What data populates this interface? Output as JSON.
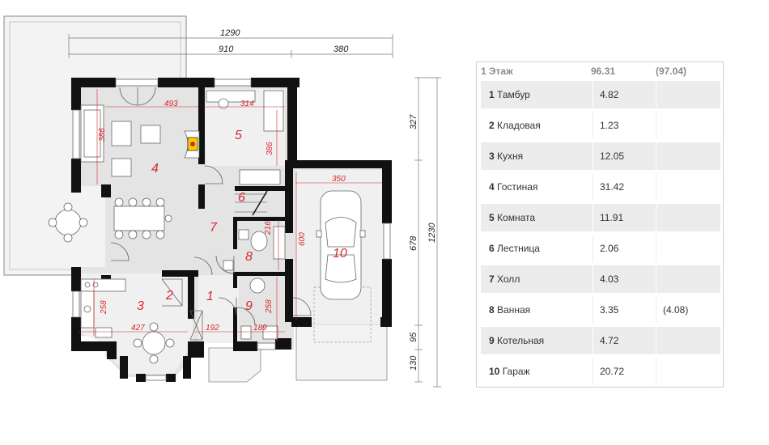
{
  "plan": {
    "rooms": [
      {
        "num": "1"
      },
      {
        "num": "2"
      },
      {
        "num": "3"
      },
      {
        "num": "4"
      },
      {
        "num": "5"
      },
      {
        "num": "6"
      },
      {
        "num": "7"
      },
      {
        "num": "8"
      },
      {
        "num": "9"
      },
      {
        "num": "10"
      }
    ],
    "inner_dims": [
      "493",
      "314",
      "386",
      "386",
      "350",
      "216",
      "600",
      "258",
      "258",
      "427",
      "192",
      "189"
    ],
    "outer_dims": {
      "top_total": "1290",
      "top_left": "910",
      "top_right": "380",
      "right_segments": [
        "327",
        "678",
        "95",
        "130"
      ],
      "right_total": "1230"
    }
  },
  "table": {
    "header": {
      "label": "1 Этаж",
      "area": "96.31",
      "alt": "(97.04)"
    },
    "rows": [
      {
        "num": "1",
        "name": "Тамбур",
        "area": "4.82",
        "alt": ""
      },
      {
        "num": "2",
        "name": "Кладовая",
        "area": "1.23",
        "alt": ""
      },
      {
        "num": "3",
        "name": "Кухня",
        "area": "12.05",
        "alt": ""
      },
      {
        "num": "4",
        "name": "Гостиная",
        "area": "31.42",
        "alt": ""
      },
      {
        "num": "5",
        "name": "Комната",
        "area": "11.91",
        "alt": ""
      },
      {
        "num": "6",
        "name": "Лестница",
        "area": "2.06",
        "alt": ""
      },
      {
        "num": "7",
        "name": "Холл",
        "area": "4.03",
        "alt": ""
      },
      {
        "num": "8",
        "name": "Ванная",
        "area": "3.35",
        "alt": "(4.08)"
      },
      {
        "num": "9",
        "name": "Котельная",
        "area": "4.72",
        "alt": ""
      },
      {
        "num": "10",
        "name": "Гараж",
        "area": "20.72",
        "alt": ""
      }
    ]
  }
}
